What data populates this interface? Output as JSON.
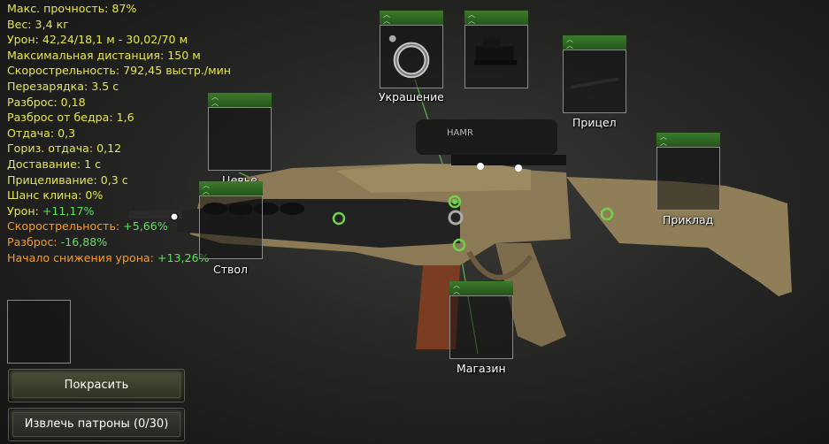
{
  "stats": [
    {
      "label": "Макс. прочность: 87%"
    },
    {
      "label": "Вес: 3,4 кг"
    },
    {
      "label": "Урон: 42,24/18,1 м - 30,02/70 м"
    },
    {
      "label": "Максимальная дистанция: 150 м"
    },
    {
      "label": "Скорострельность: 792,45 выстр./мин"
    },
    {
      "label": "Перезарядка: 3.5 с"
    },
    {
      "label": "Разброс: 0,18"
    },
    {
      "label": "Разброс от бедра: 1,6"
    },
    {
      "label": "Отдача: 0,3"
    },
    {
      "label": "Гориз. отдача: 0,12"
    },
    {
      "label": "Доставание: 1 с"
    },
    {
      "label": "Прицеливание: 0,3 с"
    },
    {
      "label": "Шанс клина: 0%"
    }
  ],
  "modifiers": [
    {
      "label": "Урон: ",
      "value": "+11,17%"
    },
    {
      "label": "Скорострельность: ",
      "value": "+5,66%"
    },
    {
      "label": "Разброс: ",
      "value": "-16,88%"
    },
    {
      "label": "Начало снижения урона: ",
      "value": "+13,26%"
    }
  ],
  "slots": {
    "decoration": {
      "label": "Украшение",
      "icon": "ring-charm-icon"
    },
    "scope_mount": {
      "label": "",
      "icon": "red-dot-sight-icon"
    },
    "sight": {
      "label": "Прицел",
      "icon": "rail-icon"
    },
    "handguard": {
      "label": "Цевье"
    },
    "barrel": {
      "label": "Ствол"
    },
    "stock": {
      "label": "Приклад"
    },
    "magazine": {
      "label": "Магазин"
    }
  },
  "scope_text": "HAMR",
  "buttons": {
    "paint": "Покрасить",
    "unload": "Извлечь патроны (0/30)"
  },
  "colors": {
    "stat_text": "#e6e84a",
    "modifier_text": "#ff9a1a",
    "positive": "#5fe05f",
    "slot_header": "#2f6a22",
    "attach_point": "#6fd34a"
  }
}
